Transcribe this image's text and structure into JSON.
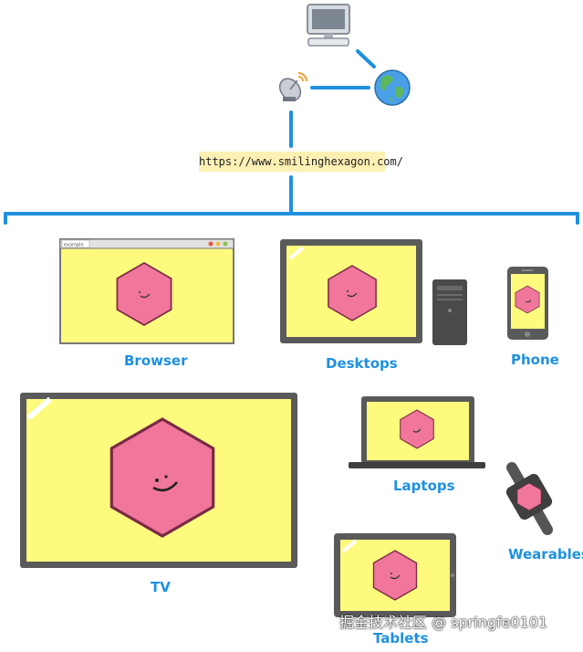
{
  "url": "https://www.smilinghexagon.com/",
  "browser_tab": "example",
  "labels": {
    "browser": "Browser",
    "desktops": "Desktops",
    "phone": "Phone",
    "tv": "TV",
    "laptops": "Laptops",
    "wearables": "Wearables",
    "tablets": "Tablets"
  },
  "watermark": "掘金技术社区 @ springfe0101",
  "colors": {
    "line": "#1e90e0",
    "screen": "#fdfa7d",
    "hexagon": "#f0779b",
    "frame": "#5a5a5a"
  }
}
